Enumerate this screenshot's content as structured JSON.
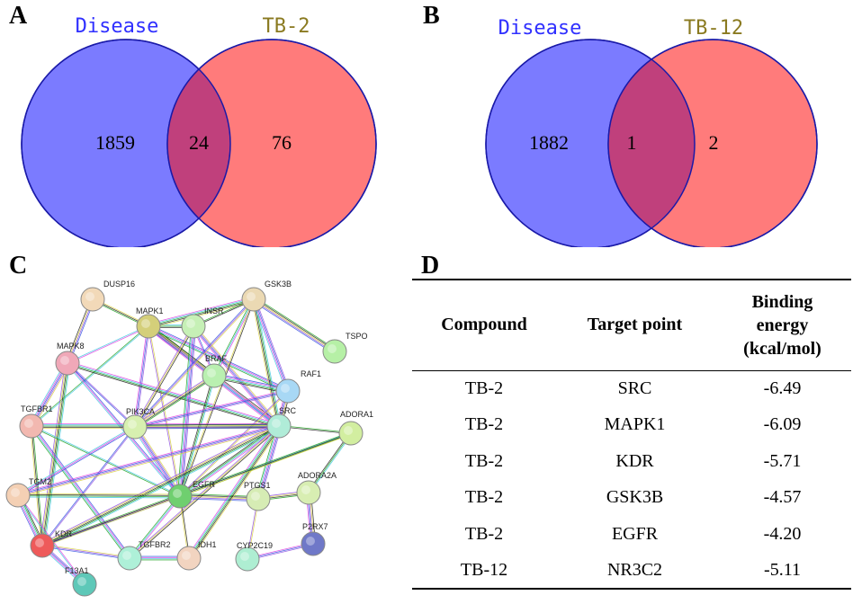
{
  "panels": {
    "a": {
      "label": "A",
      "left_set": "Disease",
      "right_set": "TB-2",
      "left_only": "1859",
      "overlap": "24",
      "right_only": "76"
    },
    "b": {
      "label": "B",
      "left_set": "Disease",
      "right_set": "TB-12",
      "left_only": "1882",
      "overlap": "1",
      "right_only": "2"
    },
    "c": {
      "label": "C",
      "nodes": [
        {
          "id": "DUSP16",
          "label": "DUSP16",
          "color": "#f2d9b8"
        },
        {
          "id": "MAPK1",
          "label": "MAPK1",
          "color": "#d4cf7a"
        },
        {
          "id": "INSR",
          "label": "INSR",
          "color": "#c6f0b6"
        },
        {
          "id": "GSK3B",
          "label": "GSK3B",
          "color": "#ebd9b3"
        },
        {
          "id": "TSPO",
          "label": "TSPO",
          "color": "#b6f0a6"
        },
        {
          "id": "MAPK8",
          "label": "MAPK8",
          "color": "#f0a8b8"
        },
        {
          "id": "BRAF",
          "label": "BRAF",
          "color": "#b9f0b0"
        },
        {
          "id": "RAF1",
          "label": "RAF1",
          "color": "#a8d8f5"
        },
        {
          "id": "TGFBR1",
          "label": "TGFBR1",
          "color": "#f2b8b0"
        },
        {
          "id": "PIK3CA",
          "label": "PIK3CA",
          "color": "#d7f0b0"
        },
        {
          "id": "SRC",
          "label": "SRC",
          "color": "#b0ecd8"
        },
        {
          "id": "ADORA1",
          "label": "ADORA1",
          "color": "#d2eea0"
        },
        {
          "id": "TGM2",
          "label": "TGM2",
          "color": "#f4d0b4"
        },
        {
          "id": "EGFR",
          "label": "EGFR",
          "color": "#6fcf6f"
        },
        {
          "id": "PTGS1",
          "label": "PTGS1",
          "color": "#d6ecb4"
        },
        {
          "id": "ADORA2A",
          "label": "ADORA2A",
          "color": "#d8eeb2"
        },
        {
          "id": "KDR",
          "label": "KDR",
          "color": "#ee5a5a"
        },
        {
          "id": "P2RX7",
          "label": "P2RX7",
          "color": "#6f78c8"
        },
        {
          "id": "TGFBR2",
          "label": "TGFBR2",
          "color": "#aef0d8"
        },
        {
          "id": "IDH1",
          "label": "IDH1",
          "color": "#f2d4c0"
        },
        {
          "id": "CYP2C19",
          "label": "CYP2C19",
          "color": "#aeeed2"
        },
        {
          "id": "F13A1",
          "label": "F13A1",
          "color": "#5ec8b8"
        }
      ],
      "edge_colors": [
        "#e040e0",
        "#40c8e0",
        "#20a020",
        "#202020",
        "#d8d040",
        "#9050e0",
        "#3050e0"
      ]
    },
    "d": {
      "label": "D",
      "columns": [
        "Compound",
        "Target point",
        "Binding energy (kcal/mol)"
      ],
      "rows": [
        [
          "TB-2",
          "SRC",
          "-6.49"
        ],
        [
          "TB-2",
          "MAPK1",
          "-6.09"
        ],
        [
          "TB-2",
          "KDR",
          "-5.71"
        ],
        [
          "TB-2",
          "GSK3B",
          "-4.57"
        ],
        [
          "TB-2",
          "EGFR",
          "-4.20"
        ],
        [
          "TB-12",
          "NR3C2",
          "-5.11"
        ]
      ]
    }
  },
  "colors": {
    "left_circle": "#7b7bff",
    "right_circle": "#ff7b7b",
    "overlap": "#c0407c",
    "left_label": "#3030ff",
    "right_label": "#8a7a20",
    "circle_stroke": "#1a1aa8"
  }
}
